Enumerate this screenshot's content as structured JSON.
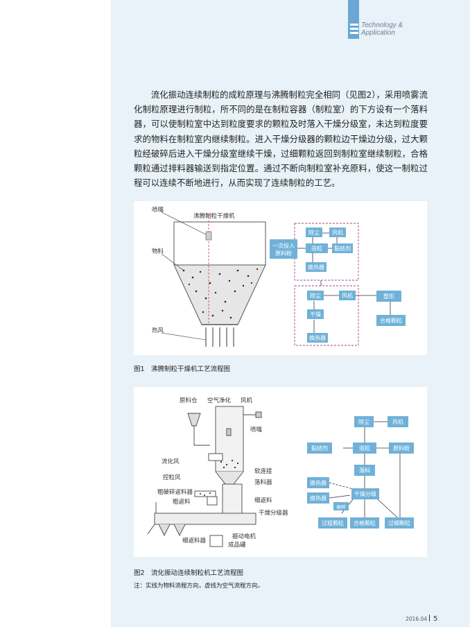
{
  "header": {
    "brand_line1": "Technology &",
    "brand_line2": "Application"
  },
  "body": {
    "paragraph": "流化振动连续制粒的成粒原理与沸腾制粒完全相同（见图2），采用喷雾流化制粒原理进行制粒，所不同的是在制粒容器（制粒室）的下方设有一个落料器，可以使制粒室中达到粒度要求的颗粒及时落入干燥分级室，未达到粒度要求的物料在制粒室内继续制粒。进入干燥分级器的颗粒边干燥边分级，过大颗粒经破碎后进入干燥分级室继续干燥，过细颗粒返回到制粒室继续制粒，合格颗粒通过排料器输送到指定位置。通过不断向制粒室补充原料，使这一制粒过程可以连续不断地进行，从而实现了连续制粒的工艺。"
  },
  "figure1": {
    "caption": "图1　沸腾制粒干燥机工艺流程图",
    "labels": {
      "nozzle": "喷嘴",
      "dryer": "沸腾制粒干燥机",
      "material": "物料",
      "hot_air": "热风"
    },
    "boxes": {
      "dust": "除尘",
      "fan": "风机",
      "granulate": "造粒",
      "binder": "黏结剂",
      "heater": "换热器",
      "feed_line1": "一次投入",
      "feed_line2": "原料粉",
      "dust2": "除尘",
      "fan2": "风机",
      "dry": "干燥",
      "heater2": "换热器",
      "shape": "整形",
      "qualified": "合格颗粒"
    }
  },
  "figure2": {
    "caption": "图2　流化振动连续制粒机工艺流程图",
    "note": "注：实线为物料流程方向，虚线为空气流程方向。",
    "labels": {
      "hopper": "原料仓",
      "air_clean": "空气净化",
      "fan": "风机",
      "nozzle": "喷嘴",
      "fluid_air": "流化风",
      "control_air": "控粒风",
      "crush_return": "粗破碎返料器",
      "coarse_return": "粗返料",
      "soft_joint": "软连接",
      "drop_feeder": "落料器",
      "fine_return": "细返料",
      "dry_classifier": "干燥分级器",
      "fine_return2": "细返料器",
      "vib_motor": "振动电机",
      "product": "成品罐"
    },
    "boxes": {
      "dust": "除尘",
      "fan": "风机",
      "binder": "黏结剂",
      "granulate": "造粒",
      "raw_powder": "原料粉",
      "drop": "落料",
      "heater1": "换热器",
      "heater2": "换热器",
      "dry_classify": "干燥分级",
      "crush": "破碎",
      "oversize": "过粗颗粒",
      "qualified": "合格颗粒",
      "undersize": "过细颗粒"
    }
  },
  "footer": {
    "issue": "2016.04",
    "page": "5"
  },
  "colors": {
    "panel": "#e9f2f8",
    "brand": "#6aa7d6",
    "box": "#6fb1d8",
    "dashed": "#a0408a"
  }
}
